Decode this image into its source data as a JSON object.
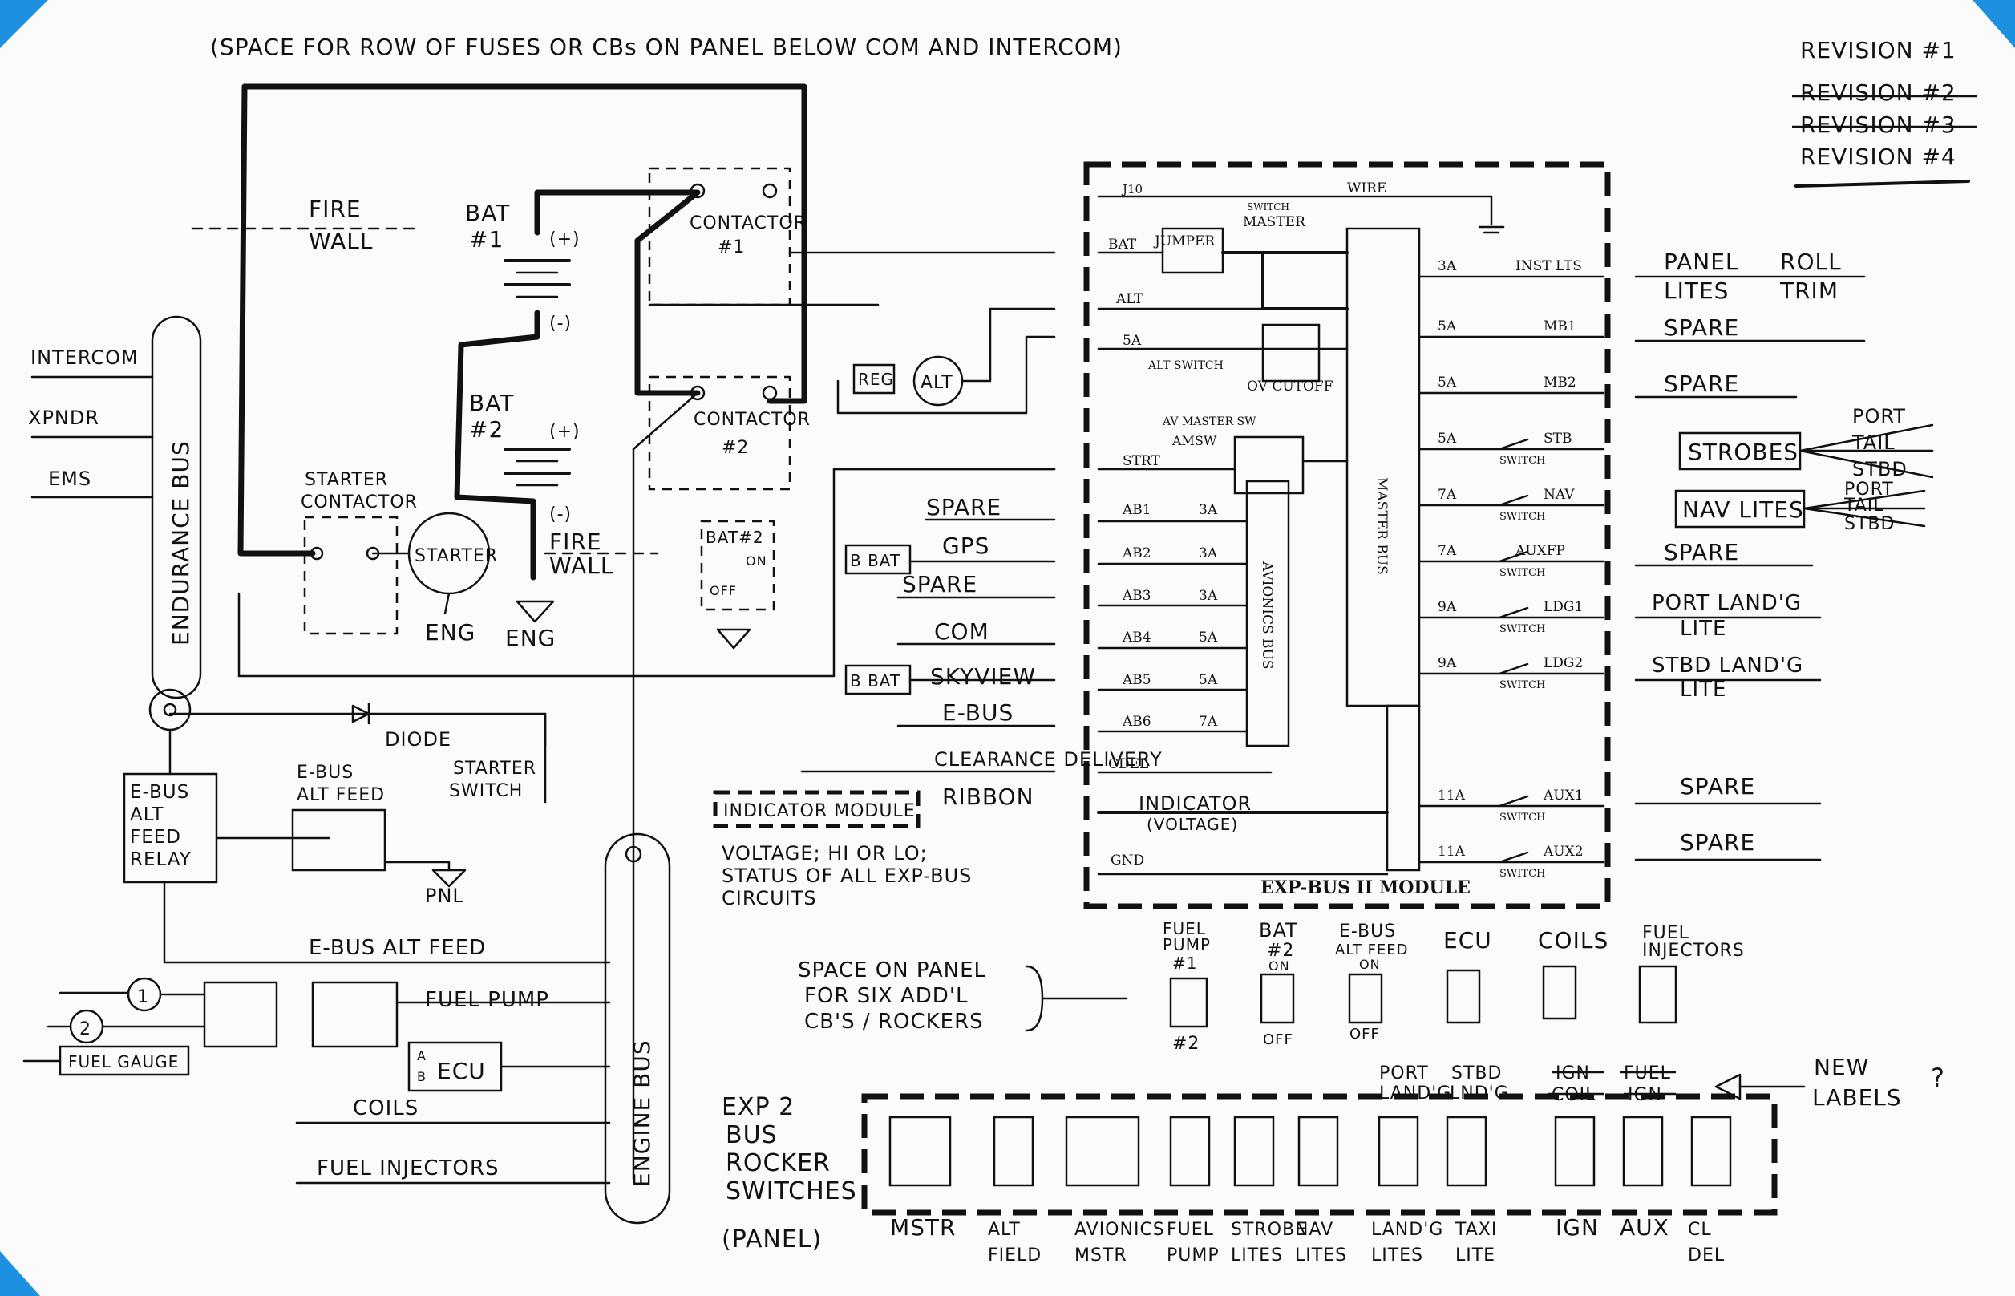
{
  "colors": {
    "paper": "#fbfbfc",
    "ink": "#111111",
    "tape": "#1e90e0"
  },
  "header": {
    "note": "(SPACE FOR ROW OF FUSES OR CBs ON PANEL BELOW COM AND INTERCOM)"
  },
  "revisions": [
    "REVISION #1",
    "REVISION #2",
    "REVISION #3",
    "REVISION #4"
  ],
  "engine_bay": {
    "firewall_top": [
      "FIRE",
      "WALL"
    ],
    "firewall_bottom": [
      "FIRE",
      "WALL"
    ],
    "bat1": [
      "BAT",
      "#1"
    ],
    "bat2": [
      "BAT",
      "#2"
    ],
    "plus": "(+)",
    "minus": "(-)",
    "contactor1": [
      "CONTACTOR",
      "#1"
    ],
    "contactor2": [
      "CONTACTOR",
      "#2"
    ],
    "starter_contactor": [
      "STARTER",
      "CONTACTOR"
    ],
    "starter": "STARTER",
    "eng": "ENG",
    "reg": "REG",
    "alt": "ALT",
    "bat2_switch": [
      "BAT#2",
      "ON",
      "OFF"
    ],
    "diode": "DIODE",
    "starter_switch": [
      "STARTER",
      "SWITCH"
    ],
    "ebus_alt_feed_sw": [
      "E-BUS",
      "ALT FEED"
    ],
    "pnl": "PNL"
  },
  "endurance_bus": {
    "label": "ENDURANCE BUS",
    "items": [
      "INTERCOM",
      "XPNDR",
      "EMS"
    ]
  },
  "ebus_relay": [
    "E-BUS",
    "ALT",
    "FEED",
    "RELAY"
  ],
  "engine_bus": {
    "label": "ENGINE BUS",
    "items": [
      "E-BUS ALT FEED",
      "FUEL PUMP",
      "ECU",
      "COILS",
      "FUEL INJECTORS"
    ],
    "fuel_gauge": "FUEL GAUGE",
    "pump1": "1",
    "pump2": "2",
    "ecu_ab": [
      "A",
      "B"
    ]
  },
  "module": {
    "title": "EXP-BUS II MODULE",
    "master_bus": "MASTER BUS",
    "avionics_bus": "AVIONICS BUS",
    "left_pins": [
      "J10",
      "BAT",
      "ALT",
      "5A",
      "STRT",
      "AB1",
      "AB2",
      "AB3",
      "AB4",
      "AB5",
      "AB6",
      "CDEL",
      "GND"
    ],
    "jumper": "JUMPER",
    "wire": "WIRE",
    "switch_master": [
      "SWITCH",
      "MASTER"
    ],
    "alt_switch": "ALT SWITCH",
    "ov_cutoff": "OV CUTOFF",
    "av_master_sw": "AV MASTER SW",
    "amsw": "AMSW",
    "ab_amps": [
      "3A",
      "3A",
      "3A",
      "5A",
      "5A",
      "7A"
    ],
    "indicator_in": [
      "INDICATOR",
      "(VOLTAGE)"
    ],
    "outputs": [
      {
        "amps": "3A",
        "name": "INST LTS",
        "sw": ""
      },
      {
        "amps": "5A",
        "name": "MB1",
        "sw": ""
      },
      {
        "amps": "5A",
        "name": "MB2",
        "sw": ""
      },
      {
        "amps": "5A",
        "name": "STB",
        "sw": "SWITCH"
      },
      {
        "amps": "7A",
        "name": "NAV",
        "sw": "SWITCH"
      },
      {
        "amps": "7A",
        "name": "AUXFP",
        "sw": "SWITCH"
      },
      {
        "amps": "9A",
        "name": "LDG1",
        "sw": "SWITCH"
      },
      {
        "amps": "9A",
        "name": "LDG2",
        "sw": "SWITCH"
      },
      {
        "amps": "11A",
        "name": "AUX1",
        "sw": "SWITCH"
      },
      {
        "amps": "11A",
        "name": "AUX2",
        "sw": "SWITCH"
      }
    ]
  },
  "left_feeds": [
    "SPARE",
    "GPS",
    "SPARE",
    "COM",
    "SKYVIEW",
    "E-BUS",
    "CLEARANCE DELIVERY",
    "RIBBON"
  ],
  "bbat": "B BAT",
  "indicator_module": {
    "label": "INDICATOR MODULE",
    "note": [
      "VOLTAGE; HI OR LO;",
      "STATUS OF ALL EXP-BUS",
      "CIRCUITS"
    ]
  },
  "right_loads": {
    "panel": [
      "PANEL",
      "LITES"
    ],
    "roll": [
      "ROLL",
      "TRIM"
    ],
    "spare": "SPARE",
    "strobes": "STROBES",
    "nav": "NAV LITES",
    "port": "PORT",
    "tail": "TAIL",
    "stbd": "STBD",
    "port_land": [
      "PORT LAND'G",
      "LITE"
    ],
    "stbd_land": [
      "STBD LAND'G",
      "LITE"
    ]
  },
  "panel_note": [
    "SPACE ON PANEL",
    "FOR SIX ADD'L",
    "CB'S / ROCKERS"
  ],
  "rockers": {
    "fuel_pump": [
      "FUEL",
      "PUMP",
      "#1",
      "#2"
    ],
    "bat2": [
      "BAT",
      "#2",
      "ON",
      "OFF"
    ],
    "ebus": [
      "E-BUS",
      "ALT FEED",
      "ON",
      "OFF"
    ],
    "ecu": "ECU",
    "coils": "COILS",
    "fuel_inj": [
      "FUEL",
      "INJECTORS"
    ]
  },
  "exp2": {
    "label": [
      "EXP 2",
      "BUS",
      "ROCKER",
      "SWITCHES",
      "(PANEL)"
    ],
    "bottom_labels": [
      [
        "MSTR"
      ],
      [
        "ALT",
        "FIELD"
      ],
      [
        "AVIONICS",
        "MSTR"
      ],
      [
        "FUEL",
        "PUMP"
      ],
      [
        "STROBE",
        "LITES"
      ],
      [
        "NAV",
        "LITES"
      ],
      [
        "LAND'G",
        "LITES"
      ],
      [
        "TAXI",
        "LITE"
      ],
      [
        "IGN"
      ],
      [
        "AUX"
      ],
      [
        "CL",
        "DEL"
      ]
    ],
    "top_labels": [
      [
        "PORT",
        "LAND'G"
      ],
      [
        "STBD",
        "LND'G"
      ],
      [
        "IGN",
        "COIL"
      ],
      [
        "FUEL",
        "IGN"
      ]
    ],
    "new_labels": [
      "NEW",
      "LABELS"
    ],
    "question": "?"
  }
}
